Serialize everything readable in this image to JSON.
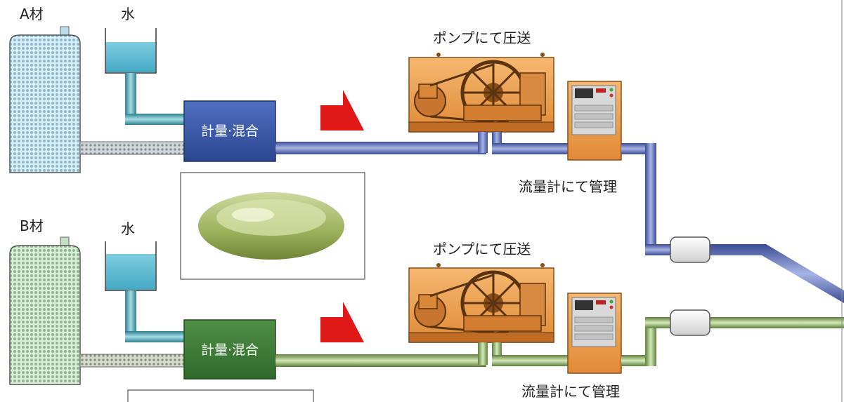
{
  "line_a": {
    "material_label": "A材",
    "water_label": "水",
    "mixer_label": "計量·混合",
    "pump_label": "ポンプにて圧送",
    "flowmeter_label": "流量計にて管理"
  },
  "line_b": {
    "material_label": "B材",
    "water_label": "水",
    "mixer_label": "計量·混合",
    "pump_label": "ポンプにて圧送",
    "flowmeter_label": "流量計にて管理"
  },
  "colors": {
    "tank_a": "#bcdcec",
    "tank_b": "#c4e0c4",
    "water": "#5bb7d3",
    "mixer_a": "#3b5ca8",
    "mixer_b": "#3f7a3a",
    "pipe_a": "#7f8fcf",
    "pipe_b": "#a9c98b",
    "pump_body": "#f0a050",
    "arrow": "#e01818",
    "water_pipe": "#6fbfcf"
  }
}
